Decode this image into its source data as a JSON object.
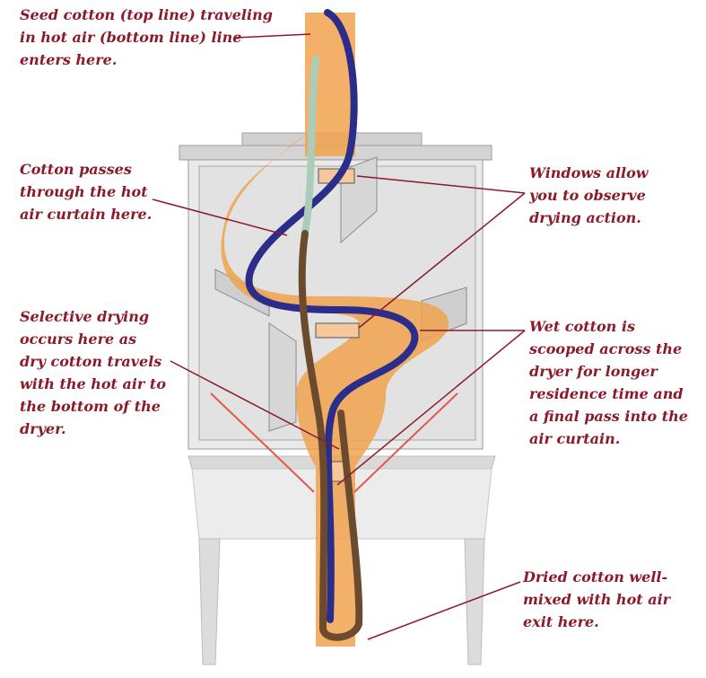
{
  "colors": {
    "label_text": "#8b1a2b",
    "leader_line": "#8b1a2b",
    "air_stream": "#f0a24e",
    "seed_cotton_line": "#2a2e8a",
    "hot_air_line": "#a9cdb9",
    "dried_cotton_line": "#6b4a2e",
    "machine_body": "#e6e6e6",
    "stand": "#dcdcdc"
  },
  "callouts": {
    "entry": "Seed cotton (top line) traveling\nin hot air (bottom line) line\nenters here.",
    "curtain": "Cotton passes\nthrough the hot\nair curtain here.",
    "windows": "Windows allow\nyou to observe\ndrying action.",
    "selective": "Selective drying\noccurs here as\ndry cotton travels\nwith the hot air to\nthe bottom of the\ndryer.",
    "wet": "Wet cotton is\nscooped across the\ndryer for longer\nresidence time and\na final pass into the\nair curtain.",
    "exit": "Dried cotton well-\nmixed with hot air\nexit here."
  }
}
